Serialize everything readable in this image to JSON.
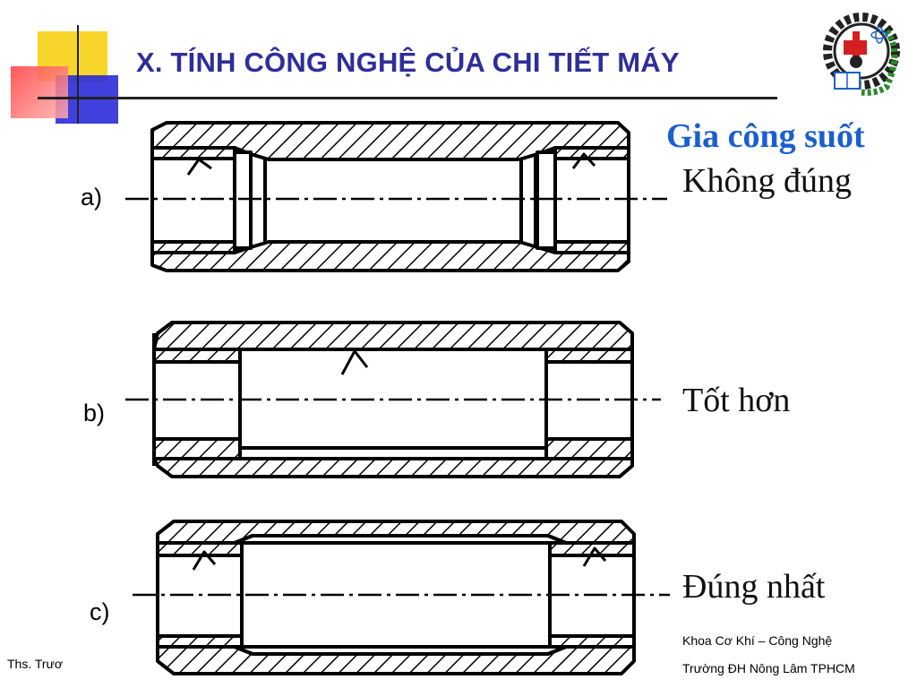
{
  "slide": {
    "title": "X. TÍNH CÔNG NGHỆ CỦA CHI TIẾT MÁY",
    "section_heading": "Gia công suốt",
    "options": [
      {
        "label": "a)",
        "verdict": "Không đúng"
      },
      {
        "label": "b)",
        "verdict": "Tốt hơn"
      },
      {
        "label": "c)",
        "verdict": "Đúng nhất"
      }
    ]
  },
  "footer": {
    "author_partial": "Ths. Trươ",
    "department": "Khoa Cơ Khí – Công Nghệ",
    "school": "Trường ĐH Nông Lâm TPHCM"
  },
  "colors": {
    "title": "#2e2e9a",
    "heading": "#1a5fd0",
    "deco_yellow": "#f7d52a",
    "deco_red": "#ff5a5a",
    "deco_blue": "#2b2bd8"
  },
  "icons": {
    "logo": "university-gear-logo-icon"
  }
}
